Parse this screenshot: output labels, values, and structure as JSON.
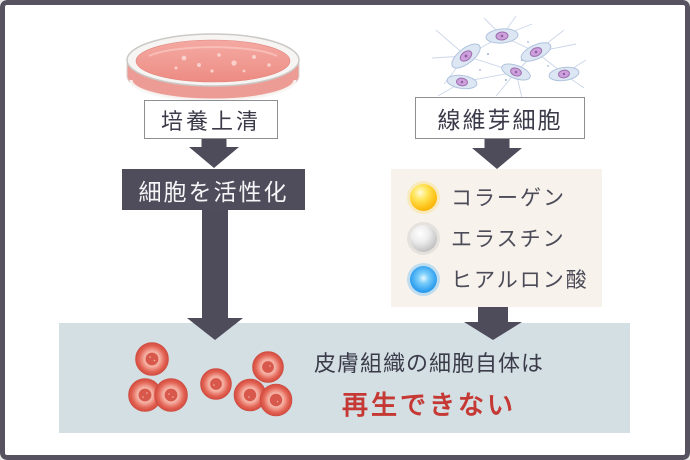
{
  "colors": {
    "frame_border": "#56525F",
    "flow_dark": "#4E4C5B",
    "band_bg": "#D3DFE3",
    "panel_bg": "#F7F2EC",
    "label_text": "#3B3A48",
    "highlight_red": "#C53834",
    "petri_liquid_pink": "#EE9089",
    "collagen_yellow": "#FDBE12",
    "elastin_silver": "#C6C6C6",
    "hyaluronic_blue": "#2F9FF0"
  },
  "left_flow": {
    "illustration": "petri-dish",
    "source_label": "培養上清",
    "action_label": "細胞を活性化"
  },
  "right_flow": {
    "illustration": "fibroblast-cells",
    "source_label": "線維芽細胞",
    "components": [
      {
        "label": "コラーゲン",
        "icon": "collagen-sphere-icon",
        "color": "#FDBE12"
      },
      {
        "label": "エラスチン",
        "icon": "elastin-sphere-icon",
        "color": "#C6C6C6"
      },
      {
        "label": "ヒアルロン酸",
        "icon": "hyaluronic-acid-sphere-icon",
        "color": "#2F9FF0"
      }
    ]
  },
  "result_band": {
    "illustration": "skin-cells",
    "line1": "皮膚組織の細胞自体は",
    "line2": "再生できない"
  }
}
